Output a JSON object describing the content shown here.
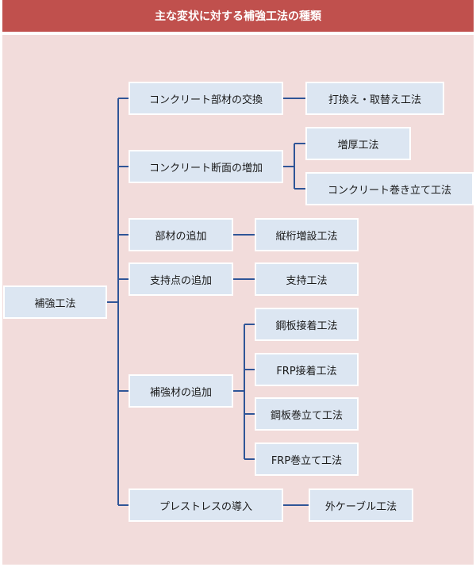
{
  "title": "主な変状に対する補強工法の種類",
  "root": "補強工法",
  "branches": [
    {
      "label": "コンクリート部材の交換",
      "methods": [
        "打換え・取替え工法"
      ]
    },
    {
      "label": "コンクリート断面の増加",
      "methods": [
        "増厚工法",
        "コンクリート巻き立て工法"
      ]
    },
    {
      "label": "部材の追加",
      "methods": [
        "縦桁増設工法"
      ]
    },
    {
      "label": "支持点の追加",
      "methods": [
        "支持工法"
      ]
    },
    {
      "label": "補強材の追加",
      "methods": [
        "鋼板接着工法",
        "FRP接着工法",
        "鋼板巻立て工法",
        "FRP巻立て工法"
      ]
    },
    {
      "label": "プレストレスの導入",
      "methods": [
        "外ケーブル工法"
      ]
    }
  ],
  "colors": {
    "title_bg": "#c0504d",
    "panel_bg": "#f2dcdb",
    "node_bg": "#dce6f2",
    "connector": "#2f5597"
  }
}
